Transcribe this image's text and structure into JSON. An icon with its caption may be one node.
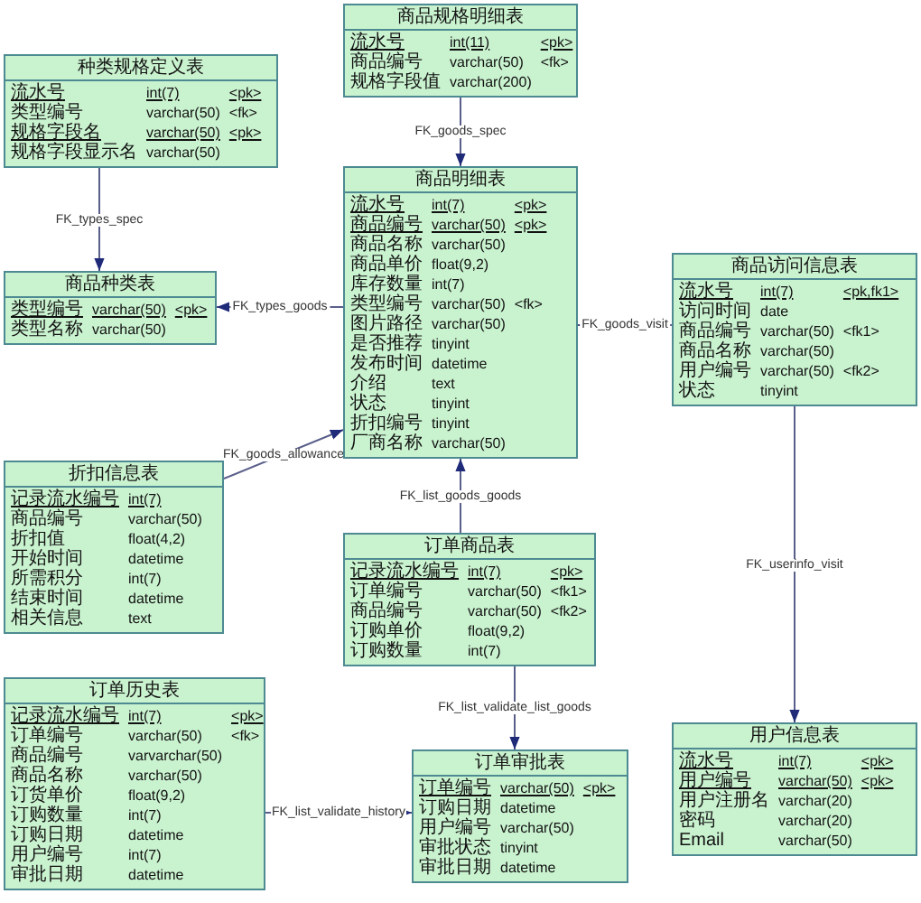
{
  "diagram": {
    "nodes": [
      {
        "text": [
          "商品规格明细表",
          "流水号",
          "int(11)",
          "<pk>",
          "商品编号",
          "varchar(50)",
          "<fk>",
          "规格字段值",
          "varchar(200)"
        ]
      },
      {
        "text": [
          "种类规格定义表",
          "流水号",
          "int(7)",
          "<pk>",
          "类型编号",
          "varchar(50)",
          "<fk>",
          "规格字段名",
          "varchar(50)",
          "<pk>",
          "规格字段显示名",
          "varchar(50)"
        ]
      },
      {
        "text": [
          "商品明细表",
          "流水号",
          "int(7)",
          "<pk>",
          "商品编号",
          "varchar(50)",
          "<pk>",
          "商品名称",
          "varchar(50)",
          "商品单价",
          "float(9,2)",
          "库存数量",
          "int(7)",
          "类型编号",
          "varchar(50)",
          "<fk>",
          "图片路径",
          "varchar(50)",
          "是否推荐",
          "tinyint",
          "发布时间",
          "datetime",
          "介绍",
          "text",
          "状态",
          "tinyint",
          "折扣编号",
          "tinyint",
          "厂商名称",
          "varchar(50)"
        ]
      },
      {
        "text": [
          "商品访问信息表",
          "流水号",
          "int(7)",
          "<pk,fk1>",
          "访问时间",
          "date",
          "商品编号",
          "varchar(50)",
          "<fk1>",
          "商品名称",
          "varchar(50)",
          "用户编号",
          "varchar(50)",
          "<fk2>",
          "状态",
          "tinyint"
        ]
      },
      {
        "text": [
          "商品种类表",
          "类型编号",
          "varchar(50)",
          "<pk>",
          "类型名称",
          "varchar(50)"
        ]
      },
      {
        "text": [
          "折扣信息表",
          "记录流水编号",
          "int(7)",
          "商品编号",
          "varchar(50)",
          "折扣值",
          "float(4,2)",
          "开始时间",
          "datetime",
          "所需积分",
          "int(7)",
          "结束时间",
          "datetime",
          "相关信息",
          "text"
        ]
      },
      {
        "text": [
          "订单商品表",
          "记录流水编号",
          "int(7)",
          "<pk>",
          "订单编号",
          "varchar(50)",
          "<fk1>",
          "商品编号",
          "varchar(50)",
          "<fk2>",
          "订购单价",
          "float(9,2)",
          "订购数量",
          "int(7)"
        ]
      },
      {
        "text": [
          "用户信息表",
          "流水号",
          "int(7)",
          "<pk>",
          "用户编号",
          "varchar(50)",
          "<pk>",
          "用户注册名",
          "varchar(20)",
          "密码",
          "varchar(20)",
          "Email",
          "varchar(50)"
        ]
      },
      {
        "text": [
          "订单历史表",
          "记录流水编号",
          "int(7)",
          "<pk>",
          "订单编号",
          "varchar(50)",
          "<fk>",
          "商品编号",
          "varvarchar(50)",
          "商品名称",
          "varchar(50)",
          "订货单价",
          "float(9,2)",
          "订购数量",
          "int(7)",
          "订购日期",
          "datetime",
          "用户编号",
          "int(7)",
          "审批日期",
          "datetime"
        ]
      },
      {
        "text": [
          "订单审批表",
          "订单编号",
          "varchar(50)",
          "<pk>",
          "订购日期",
          "datetime",
          "用户编号",
          "varchar(50)",
          "审批状态",
          "tinyint",
          "审批日期",
          "datetime"
        ]
      }
    ],
    "edges": [
      {
        "from": 1,
        "to": 4,
        "arrow": "to",
        "label": "FK_types_spec"
      },
      {
        "from": 2,
        "to": 4,
        "arrow": "to",
        "label": "FK_types_goods"
      },
      {
        "from": 0,
        "to": 2,
        "arrow": "to",
        "label": "FK_goods_spec"
      },
      {
        "from": 5,
        "to": 2,
        "arrow": "to",
        "label": "FK_goods_allowance"
      },
      {
        "from": 3,
        "to": 2,
        "arrow": "to",
        "label": "FK_goods_visit"
      },
      {
        "from": 6,
        "to": 2,
        "arrow": "to",
        "label": "FK_list_goods_goods"
      },
      {
        "from": 6,
        "to": 9,
        "arrow": "to",
        "label": "FK_list_validate_list_goods"
      },
      {
        "from": 8,
        "to": 9,
        "arrow": "to",
        "label": "FK_list_validate_history"
      },
      {
        "from": 3,
        "to": 7,
        "arrow": "to",
        "label": "FK_userinfo_visit"
      }
    ]
  }
}
